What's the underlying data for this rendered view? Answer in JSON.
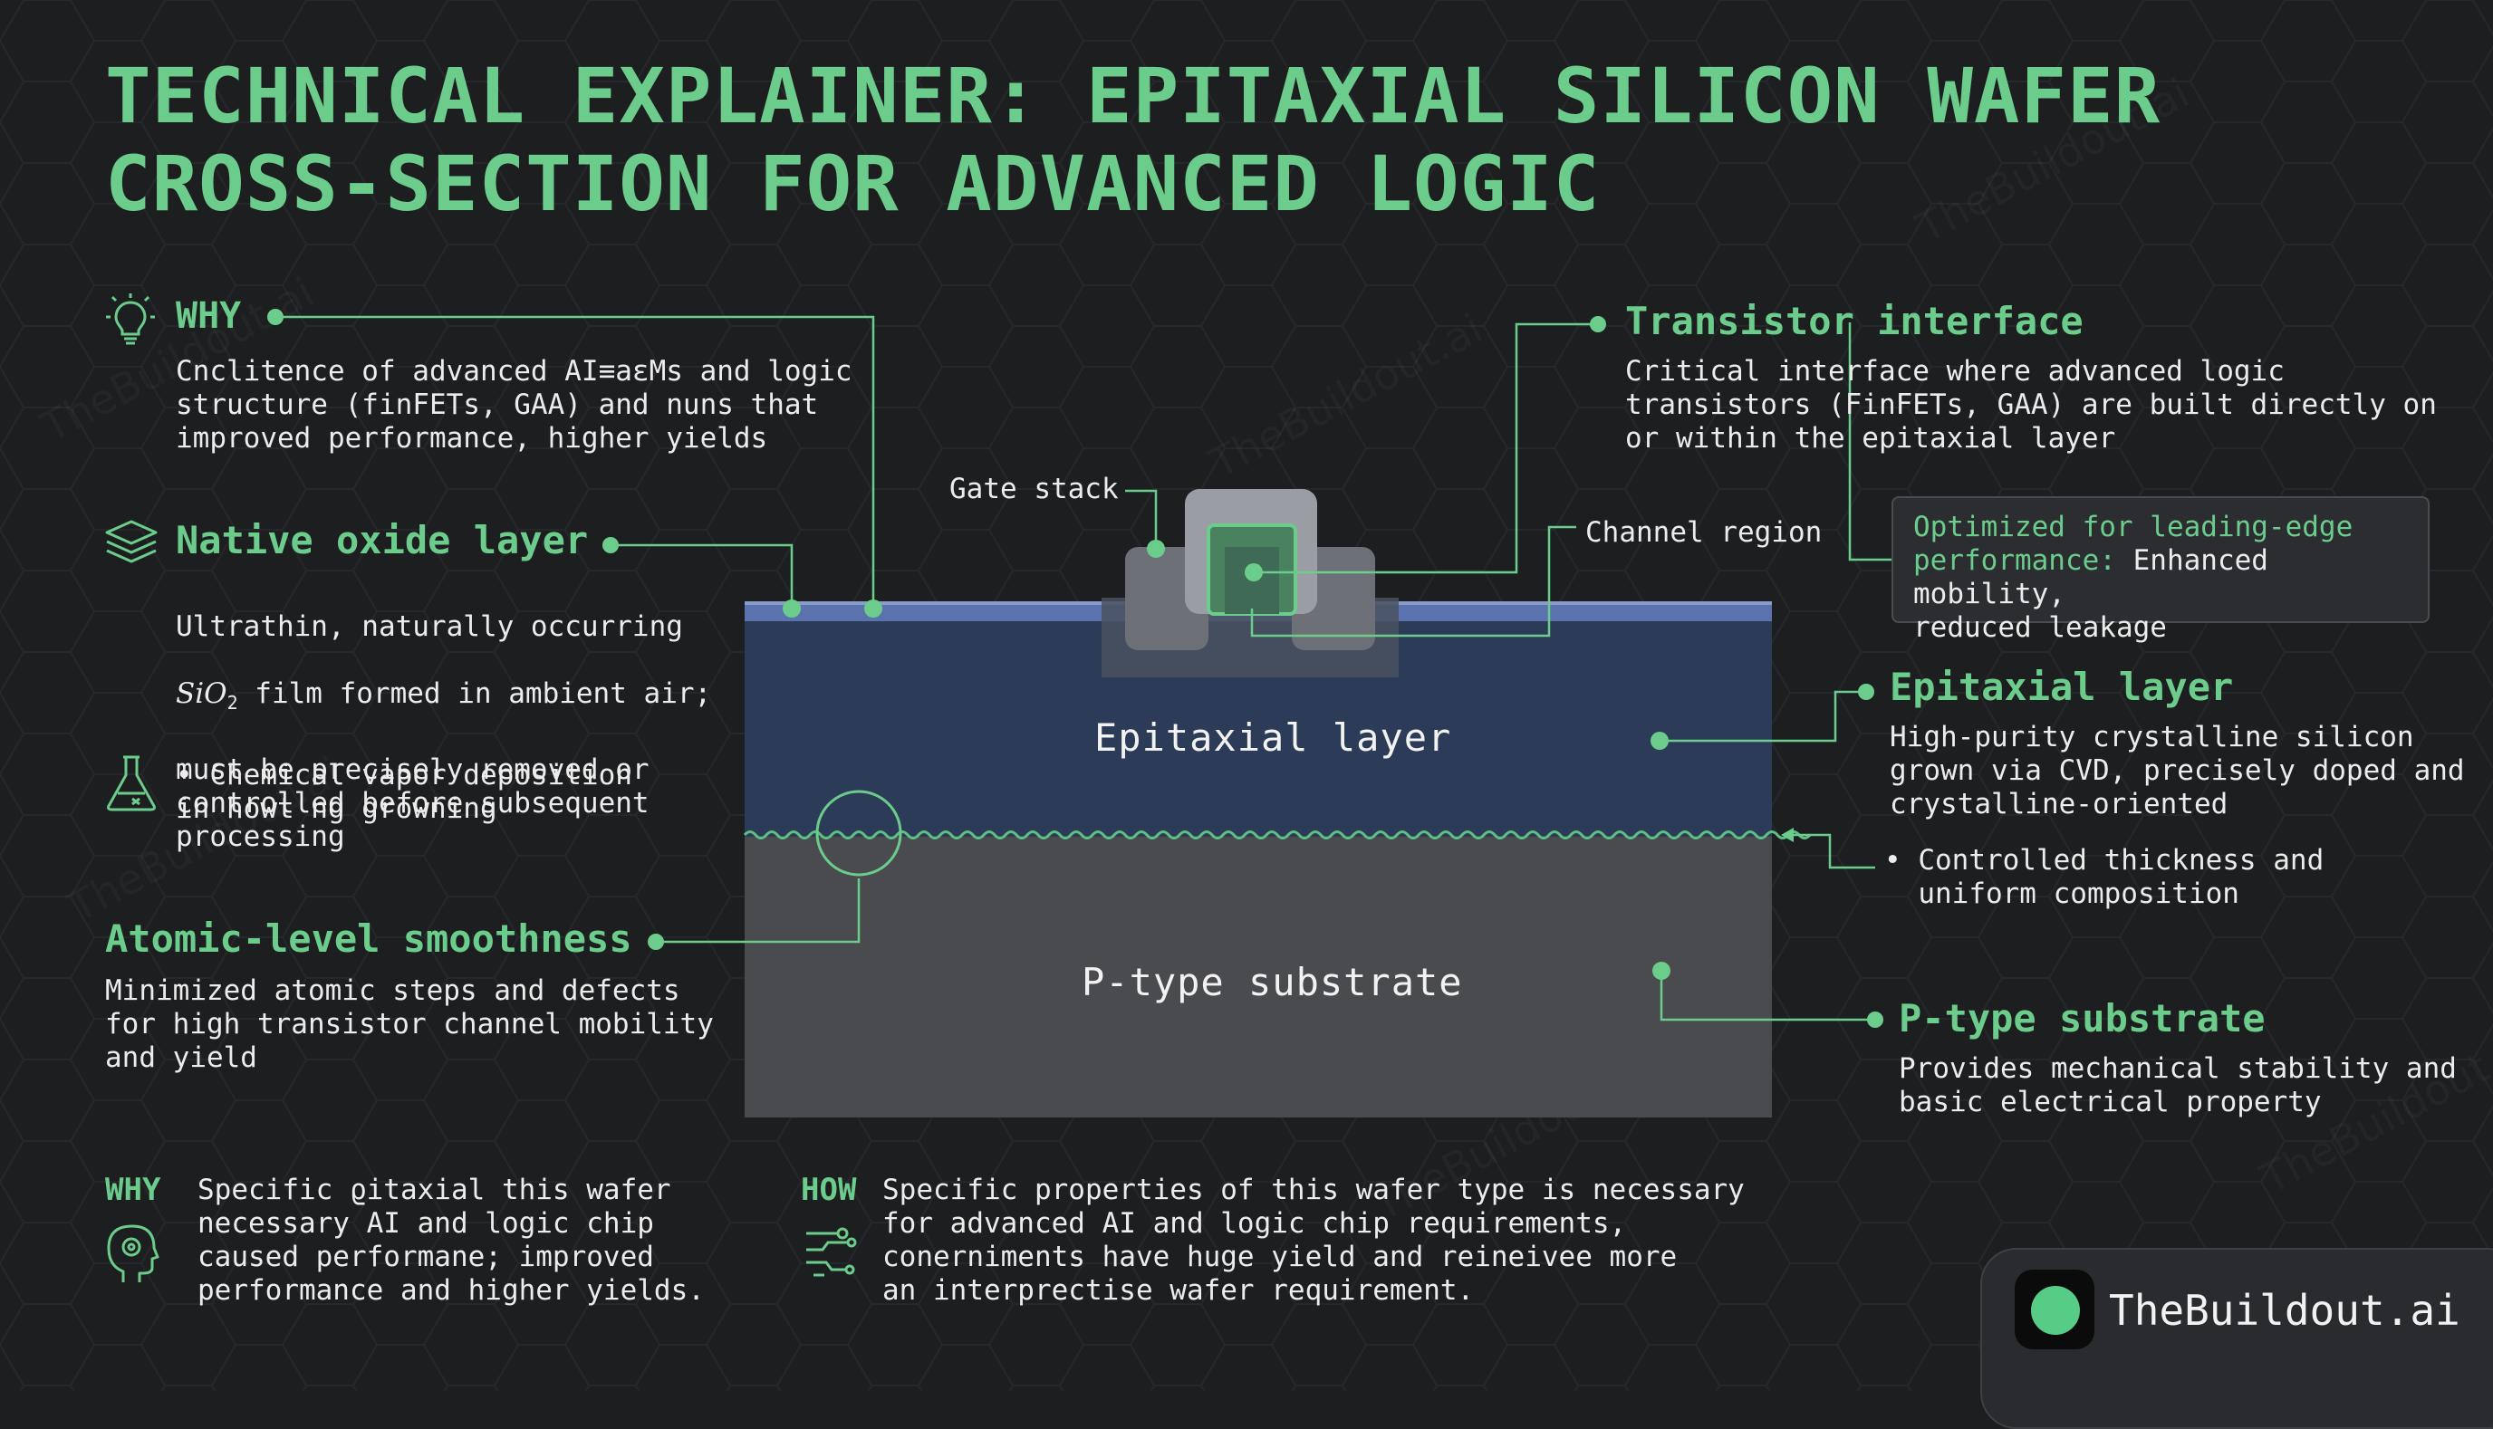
{
  "title": "TECHNICAL EXPLAINER: EPITAXIAL SILICON WAFER\nCROSS-SECTION FOR ADVANCED LOGIC",
  "colors": {
    "background": "#1d1e20",
    "accent": "#6ccc8b",
    "epitaxial_layer": "#2c3c58",
    "oxide_layer": "#5a72ad",
    "substrate": "#4a4b4f"
  },
  "left": {
    "why": {
      "icon": "lightbulb-icon",
      "heading": "WHY",
      "text": "Cnclitence of advanced AI≡aεMs and logic\nstructure (finFETs,  GAA) and nuns that\nimproved performance, higher yields"
    },
    "native_oxide": {
      "icon": "layers-icon",
      "heading": "Native oxide layer",
      "text_line1": "Ultrathin, naturally occurring",
      "formula": "SiO",
      "formula_sub": "2",
      "text_line2_rest": " film formed in ambient air;",
      "text_rest": "must be precisely removed or\ncontrolled before subsequent\nprocessing"
    },
    "cvd_note": {
      "icon": "flask-icon",
      "text": "• Chemical vapor deposition\nin howt ng growning"
    },
    "atomic": {
      "heading": "Atomic-level smoothness",
      "text": "Minimized atomic steps and defects\nfor high transistor channel mobility\nand yield"
    }
  },
  "diagram": {
    "gate_stack_label": "Gate stack",
    "channel_region_label": "Channel region",
    "epitaxial_label": "Epitaxial layer",
    "substrate_label": "P-type substrate"
  },
  "right": {
    "transistor": {
      "heading": "Transistor interface",
      "text": "Critical interface where advanced logic\ntransistors (FinFETs, GAA) are built directly on\nor within the epitaxial layer"
    },
    "optimized": {
      "highlight": "Optimized for leading-edge\nperformance:",
      "text": " Enhanced mobility,\nreduced leakage"
    },
    "epitaxial": {
      "heading": "Epitaxial layer",
      "text": "High-purity crystalline silicon\ngrown via CVD, precisely doped and\ncrystalline-oriented"
    },
    "controlled": {
      "text": "• Controlled thickness and\n  uniform composition"
    },
    "substrate": {
      "heading": "P-type substrate",
      "text": "Provides mechanical stability and\nbasic electrical property"
    }
  },
  "bottom": {
    "why": {
      "key": "WHY",
      "icon": "brain-head-icon",
      "text": "Specific ϱitaxial this wafer\nnecessary AI and logic chip\ncaused performane; improved\nperformance and higher yields."
    },
    "how": {
      "key": "HOW",
      "icon": "circuit-flow-icon",
      "text": "Specific properties of this wafer type is necessary\nfor advanced AI and logic chip requirements,\nconerniments have huge yield and reineivee more\nan interprectise wafer requirement."
    }
  },
  "logo": {
    "text": "TheBuildout.ai"
  },
  "watermark": "TheBuildout.ai"
}
